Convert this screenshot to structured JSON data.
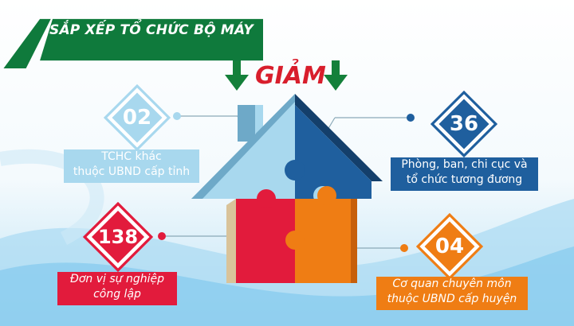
{
  "title": "SẮP XẾP TỔ CHỨC BỘ MÁY",
  "headline": "GIẢM",
  "colors": {
    "title_green": "#0f7a3c",
    "arrow_green": "#14803a",
    "headline_red": "#d81e2c",
    "light_blue": "#a8d8ee",
    "dark_blue": "#1f5f9e",
    "red": "#e21b3c",
    "orange": "#ef7d14"
  },
  "items": [
    {
      "value": "02",
      "label_lines": [
        "TCHC khác",
        "thuộc UBND cấp tỉnh"
      ],
      "color": "#a8d8ee"
    },
    {
      "value": "36",
      "label_lines": [
        "Phòng, ban, chi cục và",
        "tổ chức tương đương"
      ],
      "color": "#1f5f9e"
    },
    {
      "value": "138",
      "label_lines": [
        "Đơn vị sự nghiệp",
        "công lập"
      ],
      "color": "#e21b3c"
    },
    {
      "value": "04",
      "label_lines": [
        "Cơ quan chuyên môn",
        "thuộc UBND cấp huyện"
      ],
      "color": "#ef7d14"
    }
  ],
  "icons": [
    "arrow-down-icon",
    "arrow-down-icon",
    "puzzle-house-icon"
  ]
}
